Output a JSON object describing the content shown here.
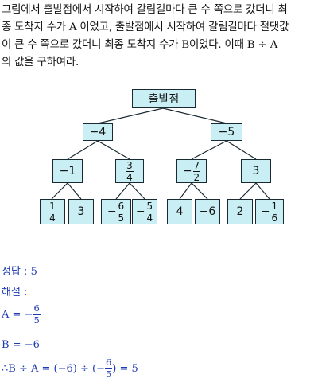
{
  "problem": {
    "line1": "그림에서 출발점에서 시작하여 갈림길마다 큰 수 쪽으로 갔더니 최",
    "line2a": "종 도착지 수가 ",
    "varA": "A",
    "line2b": " 이었고, 출발점에서 시작하여 갈림길마다 절댓값",
    "line3a": "이 큰 수 쪽으로 갔더니 최종 도착지 수가 ",
    "varB": "B",
    "line3b": "이었다. 이때 ",
    "expr": "B ÷ A",
    "line4": "의 값을 구하여라."
  },
  "tree": {
    "root": "출발점",
    "level1": [
      "−4",
      "−5"
    ],
    "level2": [
      {
        "text": "−1"
      },
      {
        "num": "3",
        "den": "4"
      },
      {
        "sign": "−",
        "num": "7",
        "den": "2"
      },
      {
        "text": "3"
      }
    ],
    "level3": [
      {
        "num": "1",
        "den": "4"
      },
      {
        "text": "3"
      },
      {
        "sign": "−",
        "num": "6",
        "den": "5"
      },
      {
        "sign": "−",
        "num": "5",
        "den": "4"
      },
      {
        "text": "4"
      },
      {
        "text": "−6"
      },
      {
        "text": "2"
      },
      {
        "sign": "−",
        "num": "1",
        "den": "6"
      }
    ]
  },
  "solution": {
    "answer_label": "정답 : ",
    "answer_value": "5",
    "explain_label": "해설 :",
    "a_lhs": "A = −",
    "a_num": "6",
    "a_den": "5",
    "b_line": "B = −6",
    "final_lhs": "∴B ÷ A = (−6) ÷ (−",
    "final_num": "6",
    "final_den": "5",
    "final_rhs": ") = 5"
  }
}
